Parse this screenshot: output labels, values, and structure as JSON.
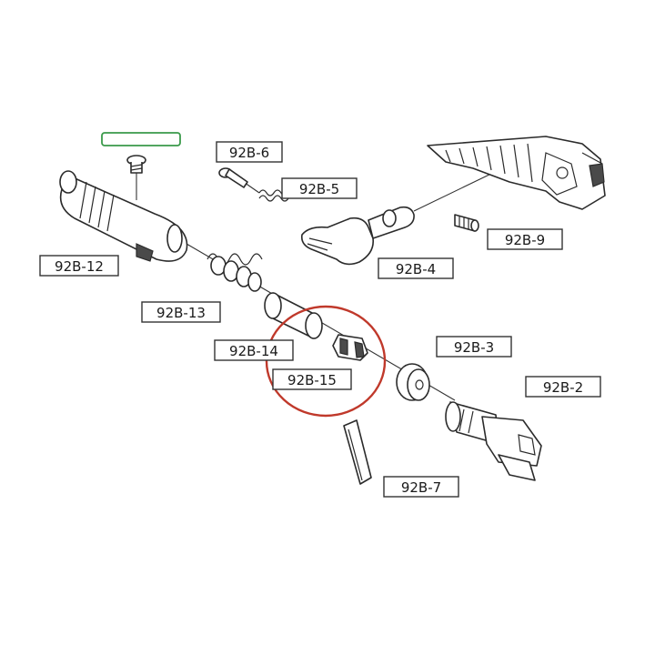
{
  "colors": {
    "line": "#2b2b2b",
    "highlight_circle": "#c0392b",
    "green_tag": "#3a9a4a"
  },
  "labels": {
    "p2": "92B-2",
    "p3": "92B-3",
    "p4": "92B-4",
    "p5": "92B-5",
    "p6": "92B-6",
    "p7": "92B-7",
    "p9": "92B-9",
    "p12": "92B-12",
    "p13": "92B-13",
    "p14": "92B-14",
    "p15": "92B-15"
  },
  "highlighted_part": "92B-15"
}
